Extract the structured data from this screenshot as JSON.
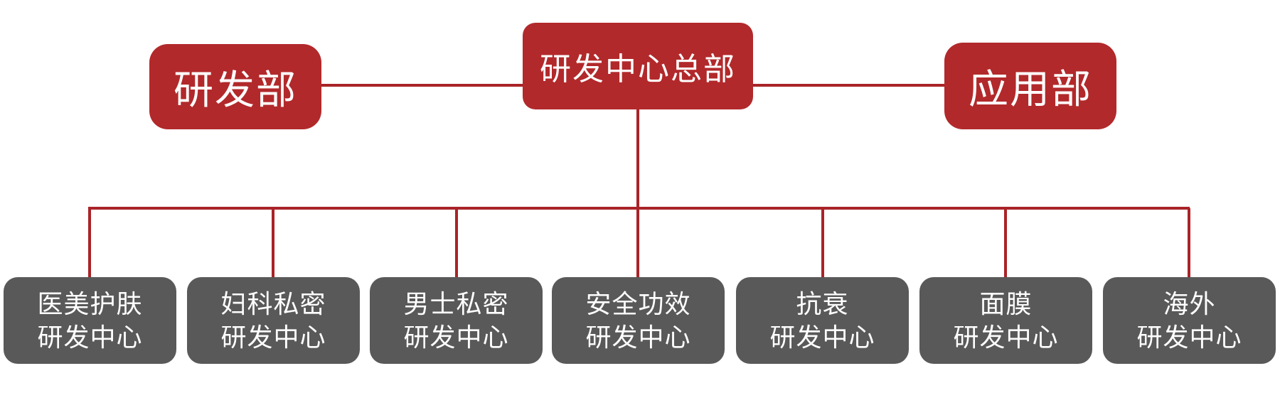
{
  "colors": {
    "box_red": "#B2292B",
    "box_gray": "#595959",
    "line_red": "#A92428",
    "text_white": "#FFFFFF",
    "background": "#FFFFFF"
  },
  "org_chart": {
    "headquarters": {
      "label": "研发中心总部"
    },
    "left_department": {
      "label": "研发部"
    },
    "right_department": {
      "label": "应用部"
    },
    "centers": [
      {
        "label_line1": "医美护肤",
        "label_line2": "研发中心"
      },
      {
        "label_line1": "妇科私密",
        "label_line2": "研发中心"
      },
      {
        "label_line1": "男士私密",
        "label_line2": "研发中心"
      },
      {
        "label_line1": "安全功效",
        "label_line2": "研发中心"
      },
      {
        "label_line1": "抗衰",
        "label_line2": "研发中心"
      },
      {
        "label_line1": "面膜",
        "label_line2": "研发中心"
      },
      {
        "label_line1": "海外",
        "label_line2": "研发中心"
      }
    ]
  }
}
